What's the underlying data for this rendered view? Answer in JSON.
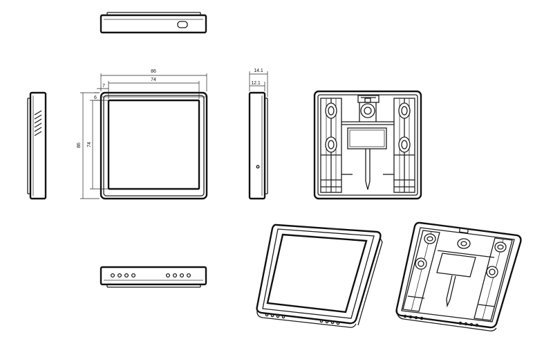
{
  "drawing": {
    "background": "#ffffff",
    "line_color": "#1a1a1a",
    "dimensions": {
      "overall_width": "86",
      "inner_width": "74",
      "overall_height": "86",
      "inner_height": "74",
      "offset_left": "7",
      "offset_top": "6",
      "overall_depth": "14.1",
      "body_depth": "12.1"
    }
  }
}
